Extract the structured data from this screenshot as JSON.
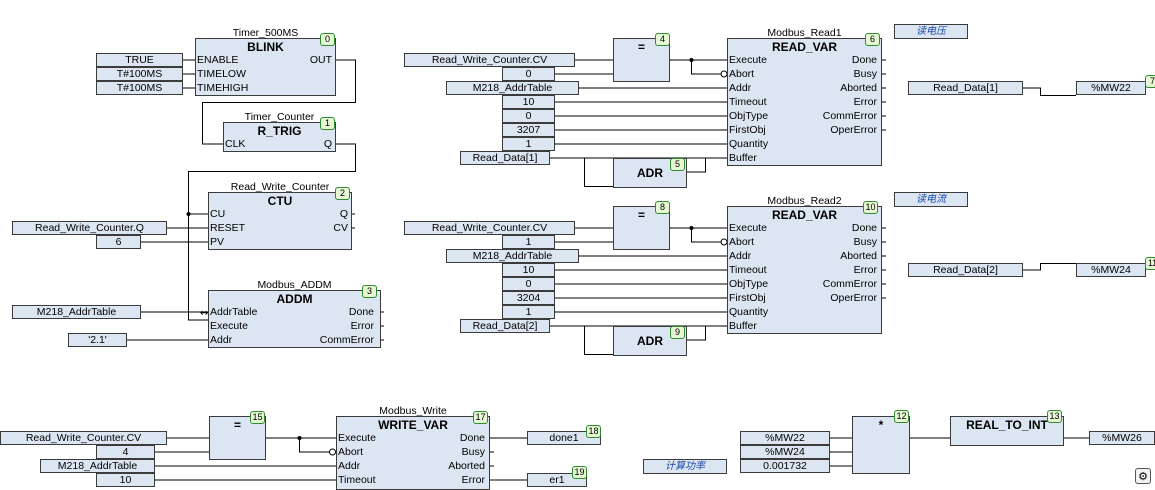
{
  "blocks": {
    "blink": {
      "instance": "Timer_500MS",
      "type": "BLINK",
      "num": "0",
      "inputs": [
        "ENABLE",
        "TIMELOW",
        "TIMEHIGH"
      ],
      "outputs": [
        "OUT"
      ],
      "in_values": [
        "TRUE",
        "T#100MS",
        "T#100MS"
      ]
    },
    "rtrig": {
      "instance": "Timer_Counter",
      "type": "R_TRIG",
      "num": "1",
      "inputs": [
        "CLK"
      ],
      "outputs": [
        "Q"
      ]
    },
    "ctu": {
      "instance": "Read_Write_Counter",
      "type": "CTU",
      "num": "2",
      "inputs": [
        "CU",
        "RESET",
        "PV"
      ],
      "outputs": [
        "Q",
        "CV"
      ],
      "in_values": [
        "Read_Write_Counter.Q",
        "6"
      ]
    },
    "addm": {
      "instance": "Modbus_ADDM",
      "type": "ADDM",
      "num": "3",
      "inputs": [
        "AddrTable",
        "Execute",
        "Addr"
      ],
      "outputs": [
        "Done",
        "Error",
        "CommError"
      ],
      "in_values": [
        "M218_AddrTable",
        "'2.1'"
      ]
    },
    "eq1": {
      "type": "=",
      "num": "4",
      "in_values": [
        "Read_Write_Counter.CV",
        "0"
      ]
    },
    "adr1": {
      "type": "ADR",
      "num": "5"
    },
    "read1": {
      "instance": "Modbus_Read1",
      "type": "READ_VAR",
      "num": "6",
      "inputs": [
        "Execute",
        "Abort",
        "Addr",
        "Timeout",
        "ObjType",
        "FirstObj",
        "Quantity",
        "Buffer"
      ],
      "outputs": [
        "Done",
        "Busy",
        "Aborted",
        "Error",
        "CommError",
        "OperError"
      ],
      "in_values": [
        "M218_AddrTable",
        "10",
        "0",
        "3207",
        "1",
        "Read_Data[1]"
      ]
    },
    "eq2": {
      "type": "=",
      "num": "8",
      "in_values": [
        "Read_Write_Counter.CV",
        "1"
      ]
    },
    "adr2": {
      "type": "ADR",
      "num": "9"
    },
    "read2": {
      "instance": "Modbus_Read2",
      "type": "READ_VAR",
      "num": "10",
      "inputs": [
        "Execute",
        "Abort",
        "Addr",
        "Timeout",
        "ObjType",
        "FirstObj",
        "Quantity",
        "Buffer"
      ],
      "outputs": [
        "Done",
        "Busy",
        "Aborted",
        "Error",
        "CommError",
        "OperError"
      ],
      "in_values": [
        "M218_AddrTable",
        "10",
        "0",
        "3204",
        "1",
        "Read_Data[2]"
      ]
    },
    "mul": {
      "type": "*",
      "num": "12",
      "in_values": [
        "%MW22",
        "%MW24",
        "0.001732"
      ]
    },
    "r2i": {
      "type": "REAL_TO_INT",
      "num": "13",
      "out_value": "%MW26"
    },
    "eq3": {
      "type": "=",
      "num": "15",
      "in_values": [
        "Read_Write_Counter.CV",
        "4"
      ]
    },
    "write": {
      "instance": "Modbus_Write",
      "type": "WRITE_VAR",
      "num": "17",
      "inputs": [
        "Execute",
        "Abort",
        "Addr",
        "Timeout"
      ],
      "outputs": [
        "Done",
        "Busy",
        "Aborted",
        "Error"
      ],
      "in_values": [
        "M218_AddrTable",
        "10"
      ]
    },
    "done1": {
      "value": "done1",
      "num": "18"
    },
    "er1": {
      "value": "er1",
      "num": "19"
    }
  },
  "assign": {
    "a1": {
      "src": "Read_Data[1]",
      "dst": "%MW22",
      "num": "7"
    },
    "a2": {
      "src": "Read_Data[2]",
      "dst": "%MW24",
      "num": "11"
    }
  },
  "comments": {
    "c1": "读电压",
    "c2": "读电流",
    "c3": "计算功率"
  },
  "icons": {
    "corner": "search-settings-icon"
  }
}
